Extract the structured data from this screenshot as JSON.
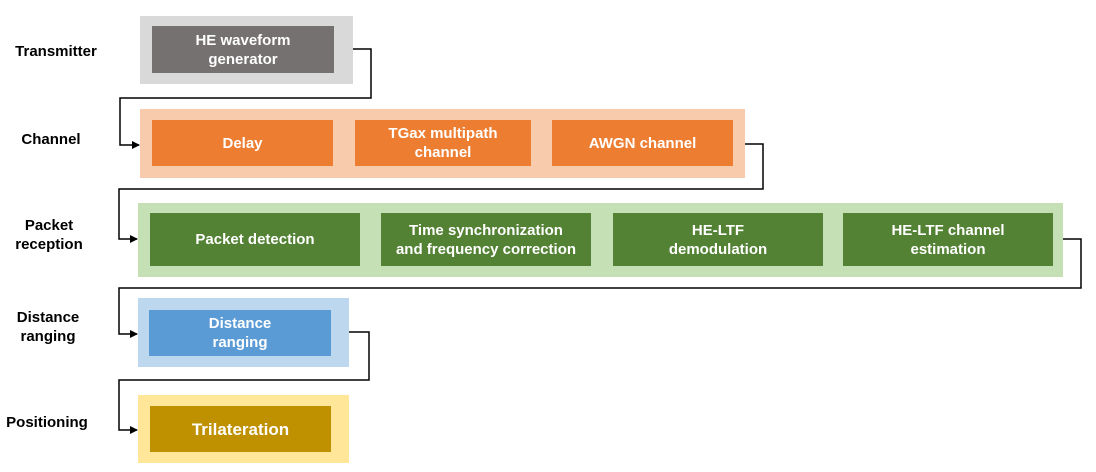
{
  "stages": {
    "transmitter": "Transmitter",
    "channel": "Channel",
    "packet_reception": "Packet\nreception",
    "distance_ranging": "Distance\nranging",
    "positioning": "Positioning"
  },
  "blocks": {
    "he_waveform_generator": "HE waveform\ngenerator",
    "delay": "Delay",
    "tgax_multipath_channel": "TGax multipath\nchannel",
    "awgn_channel": "AWGN channel",
    "packet_detection": "Packet detection",
    "time_sync_freq_correction": "Time synchronization\nand frequency correction",
    "he_ltf_demodulation": "HE-LTF\ndemodulation",
    "he_ltf_channel_estimation": "HE-LTF channel\nestimation",
    "distance_ranging": "Distance\nranging",
    "trilateration": "Trilateration"
  },
  "colors": {
    "transmitter_panel": "#d9d9d9",
    "transmitter_block": "#767171",
    "channel_panel": "#f8cbad",
    "channel_block": "#ed7d31",
    "reception_panel": "#c5e0b4",
    "reception_block": "#548235",
    "ranging_panel": "#bdd7ee",
    "ranging_block": "#5b9bd5",
    "positioning_panel": "#ffe699",
    "positioning_block": "#bf9000",
    "connector": "#000000"
  }
}
